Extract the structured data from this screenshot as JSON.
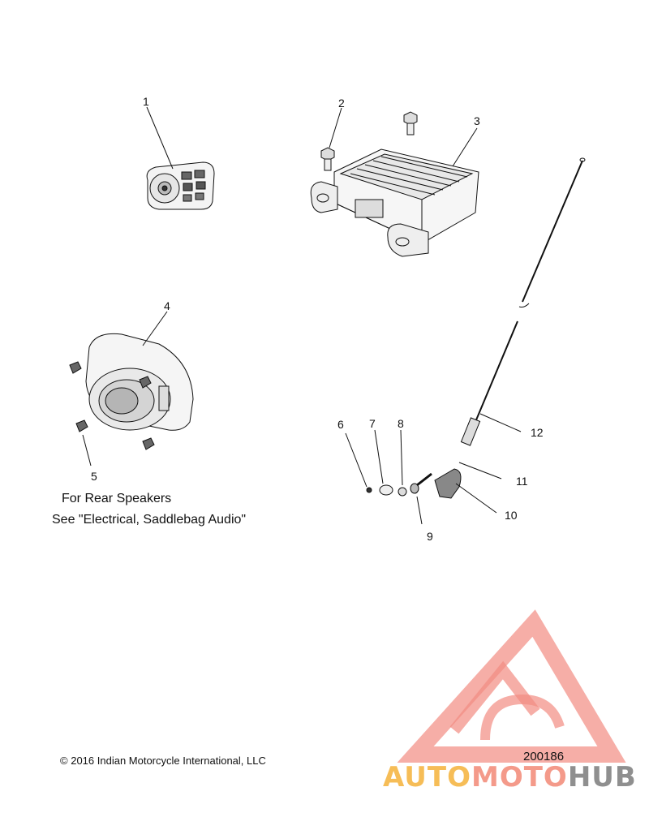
{
  "diagram": {
    "callouts": [
      "1",
      "2",
      "3",
      "4",
      "5",
      "6",
      "7",
      "8",
      "9",
      "10",
      "11",
      "12"
    ],
    "note_line1": "For Rear Speakers",
    "note_line2": "See \"Electrical, Saddlebag Audio\"",
    "copyright": "2016 Indian Motorcycle International, LLC",
    "copyright_symbol": "©",
    "diagram_number": "200186"
  },
  "watermark": {
    "brand_part1": "AUTO",
    "brand_part2": "MOTO",
    "brand_part3": "HUB",
    "colors": {
      "auto": "#f6bd57",
      "moto": "#f49a8a",
      "hub": "#8f8f8f",
      "logo": "#f28b82"
    }
  }
}
